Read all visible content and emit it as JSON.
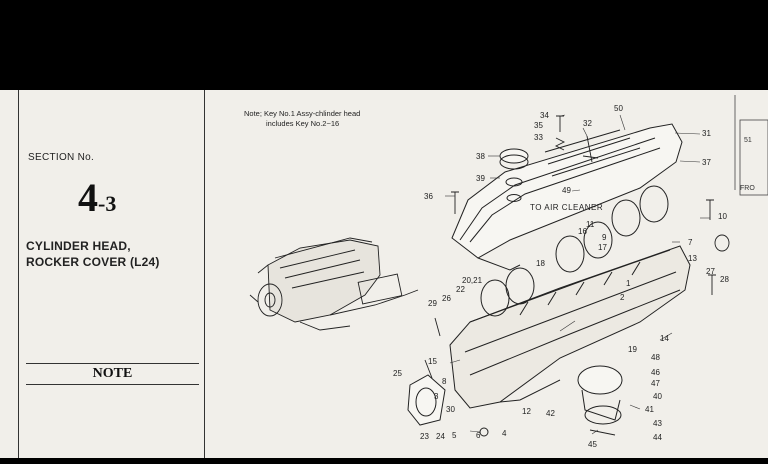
{
  "section": {
    "label": "SECTION No.",
    "number_major": "4",
    "number_minor": "-3",
    "title_line1": "CYLINDER HEAD,",
    "title_line2": "ROCKER COVER (L24)"
  },
  "note_heading": "NOTE",
  "key_note": {
    "line1": "Note; Key No.1 Assy-chlinder head",
    "line2": "includes Key No.2~16"
  },
  "diagram": {
    "air_cleaner_label": "TO AIR CLEANER",
    "callouts": [
      "34",
      "35",
      "33",
      "32",
      "50",
      "31",
      "38",
      "37",
      "39",
      "49",
      "36",
      "11",
      "16",
      "9",
      "10",
      "7",
      "18",
      "13",
      "27",
      "28",
      "20,21",
      "22",
      "26",
      "29",
      "1",
      "2",
      "8",
      "15",
      "3",
      "19",
      "14",
      "25",
      "12",
      "48",
      "46",
      "47",
      "40",
      "41",
      "42",
      "43",
      "44",
      "23",
      "24",
      "5",
      "4",
      "45",
      "6",
      "30",
      "17"
    ],
    "edge_fragments": [
      "51",
      "FRO"
    ]
  }
}
